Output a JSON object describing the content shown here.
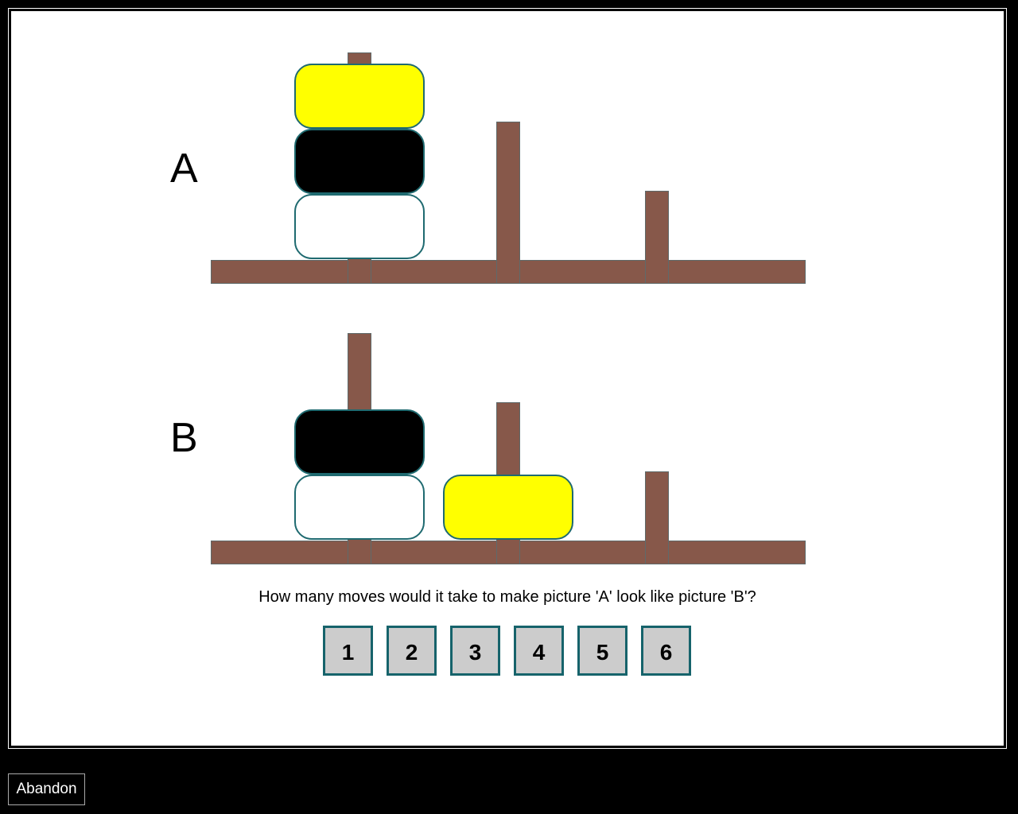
{
  "pictures": [
    {
      "label": "A",
      "pegs": [
        [
          "yellow",
          "black",
          "white"
        ],
        [],
        []
      ]
    },
    {
      "label": "B",
      "pegs": [
        [
          "black",
          "white"
        ],
        [
          "yellow"
        ],
        []
      ]
    }
  ],
  "colors": {
    "yellow": "#ffff00",
    "black": "#000000",
    "white": "#ffffff",
    "wood": "#87584a",
    "outline": "#1f6a70",
    "button_face": "#cccccc"
  },
  "question": "How many moves would it take to make picture 'A' look like picture 'B'?",
  "answers": [
    "1",
    "2",
    "3",
    "4",
    "5",
    "6"
  ],
  "abandon_label": "Abandon"
}
